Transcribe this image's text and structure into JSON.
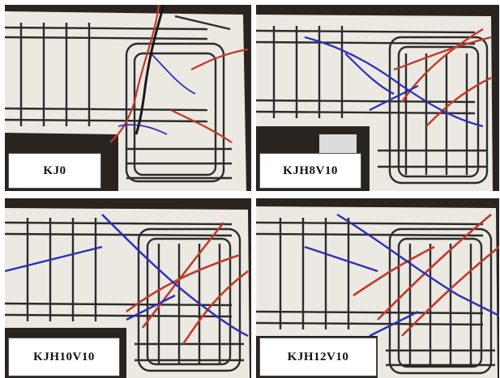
{
  "panels": [
    {
      "id": "kj0",
      "label": "KJ0"
    },
    {
      "id": "kjh8v10",
      "label": "KJH8V10"
    },
    {
      "id": "kjh10v10",
      "label": "KJH10V10"
    },
    {
      "id": "kjh12v10",
      "label": "KJH12V10"
    }
  ],
  "colors": {
    "concrete": "#ece9e3",
    "rebar": "#2b2b2b",
    "crack_red": "#c0392b",
    "crack_blue": "#2b2fb8",
    "background": "#2a2420"
  }
}
